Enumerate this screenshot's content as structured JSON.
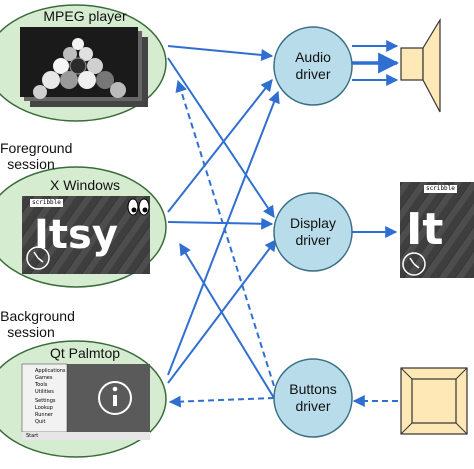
{
  "sessions": {
    "mpeg": {
      "label": "MPEG player"
    },
    "xwindows": {
      "label": "X Windows",
      "app_title": "Itsy",
      "tag": "scribble"
    },
    "qt": {
      "label": "Qt Palmtop",
      "menu_items": [
        "Applications",
        "Games",
        "Tools",
        "Utilities",
        "Settings",
        "Lookup",
        "Runner",
        "Quit"
      ],
      "start_label": "Start"
    }
  },
  "group_labels": {
    "foreground_line1": "Foreground",
    "foreground_line2": "session",
    "background_line1": "Background",
    "background_line2": "session"
  },
  "drivers": {
    "audio": {
      "line1": "Audio",
      "line2": "driver"
    },
    "display": {
      "line1": "Display",
      "line2": "driver"
    },
    "buttons": {
      "line1": "Buttons",
      "line2": "driver"
    }
  },
  "devices": {
    "screen": {
      "app_title": "It",
      "tag": "scribble"
    }
  },
  "colors": {
    "session_fill": "#d6ecd0",
    "driver_fill": "#b8dcea",
    "driver_stroke": "#3b6f86",
    "arrow": "#2f6fd1",
    "speaker_fill": "#fde8b6",
    "button_fill": "#fde8b6"
  },
  "icons": [
    "speaker-icon",
    "hardware-button-icon",
    "clock-icon",
    "eyes-icon",
    "info-icon"
  ]
}
